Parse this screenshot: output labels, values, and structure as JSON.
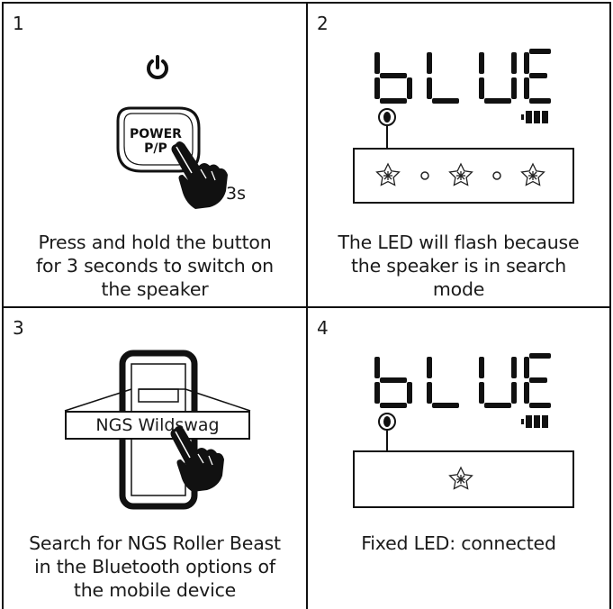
{
  "steps": [
    {
      "number": "1",
      "button_label_line1": "POWER",
      "button_label_line2": "P/P",
      "hold_time": "3s",
      "caption": [
        "Press and hold the button",
        "for 3 seconds to switch on",
        "the speaker"
      ],
      "icons": [
        "power-icon",
        "hand-pointer-icon"
      ]
    },
    {
      "number": "2",
      "display_text": "bLUE",
      "caption": [
        "The LED will flash because",
        "the speaker is in search",
        "mode"
      ],
      "icons": [
        "bluetooth-icon",
        "battery-icon",
        "flashing-led-icon"
      ]
    },
    {
      "number": "3",
      "device_name": "NGS Wildswag",
      "caption": [
        "Search for NGS Roller Beast",
        "in the Bluetooth options of",
        "the mobile device"
      ],
      "icons": [
        "smartphone-icon",
        "hand-pointer-icon"
      ]
    },
    {
      "number": "4",
      "display_text": "bLUE",
      "caption": [
        "Fixed LED: connected"
      ],
      "icons": [
        "bluetooth-icon",
        "battery-icon",
        "led-icon"
      ]
    }
  ],
  "colors": {
    "ink": "#111111",
    "background": "#ffffff"
  }
}
